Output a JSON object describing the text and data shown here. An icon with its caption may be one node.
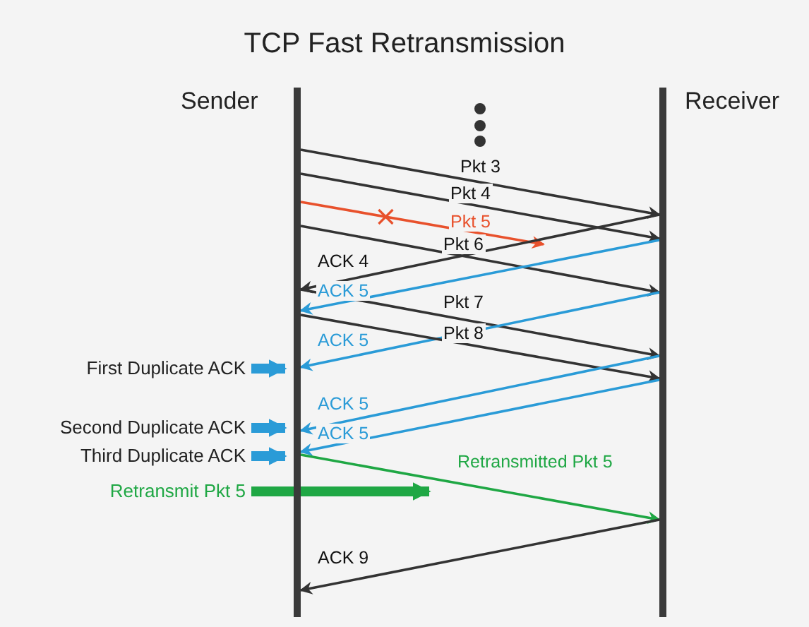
{
  "diagram": {
    "title": "TCP Fast Retransmission",
    "nodes": [
      {
        "text": [],
        "shape": "bar",
        "beside": [
          "Sender"
        ]
      },
      {
        "text": [],
        "shape": "bar",
        "beside": [
          "Receiver"
        ]
      },
      {
        "text": [
          "First Duplicate ACK"
        ]
      },
      {
        "text": [
          "Second Duplicate ACK"
        ]
      },
      {
        "text": [
          "Third Duplicate ACK"
        ]
      },
      {
        "text": [
          "Retransmit Pkt 5"
        ]
      }
    ],
    "edges": [
      {
        "from": 0,
        "to": 1,
        "arrow": "to",
        "label": "Pkt 3"
      },
      {
        "from": 0,
        "to": 1,
        "arrow": "to",
        "label": "Pkt 4"
      },
      {
        "from": 0,
        "to": null,
        "arrow": "to",
        "label": "Pkt 5",
        "color": "#e8512c"
      },
      {
        "from": 0,
        "to": 1,
        "arrow": "to",
        "label": "Pkt 6"
      },
      {
        "from": 1,
        "to": 0,
        "arrow": "to",
        "label": "ACK 4"
      },
      {
        "from": 1,
        "to": 0,
        "arrow": "to",
        "label": "ACK 5",
        "color": "#2a9bd7"
      },
      {
        "from": 0,
        "to": 1,
        "arrow": "to",
        "label": "Pkt 7"
      },
      {
        "from": 1,
        "to": 0,
        "arrow": "to",
        "label": "ACK 5",
        "color": "#2a9bd7"
      },
      {
        "from": 0,
        "to": 1,
        "arrow": "to",
        "label": "Pkt 8"
      },
      {
        "from": 2,
        "to": 0,
        "arrow": "to",
        "style": "thick",
        "color": "#2a9bd7"
      },
      {
        "from": 1,
        "to": 0,
        "arrow": "to",
        "label": "ACK 5",
        "color": "#2a9bd7"
      },
      {
        "from": 3,
        "to": 0,
        "arrow": "to",
        "style": "thick",
        "color": "#2a9bd7"
      },
      {
        "from": 1,
        "to": 0,
        "arrow": "to",
        "label": "ACK 5",
        "color": "#2a9bd7"
      },
      {
        "from": 4,
        "to": 0,
        "arrow": "to",
        "style": "thick",
        "color": "#2a9bd7"
      },
      {
        "from": 0,
        "to": 1,
        "arrow": "to",
        "label": "Retransmitted Pkt 5",
        "color": "#1fa744"
      },
      {
        "from": 5,
        "to": null,
        "arrow": "to",
        "style": "thick",
        "color": "#1fa744"
      },
      {
        "from": 1,
        "to": 0,
        "arrow": "to",
        "label": "ACK 9"
      }
    ]
  }
}
